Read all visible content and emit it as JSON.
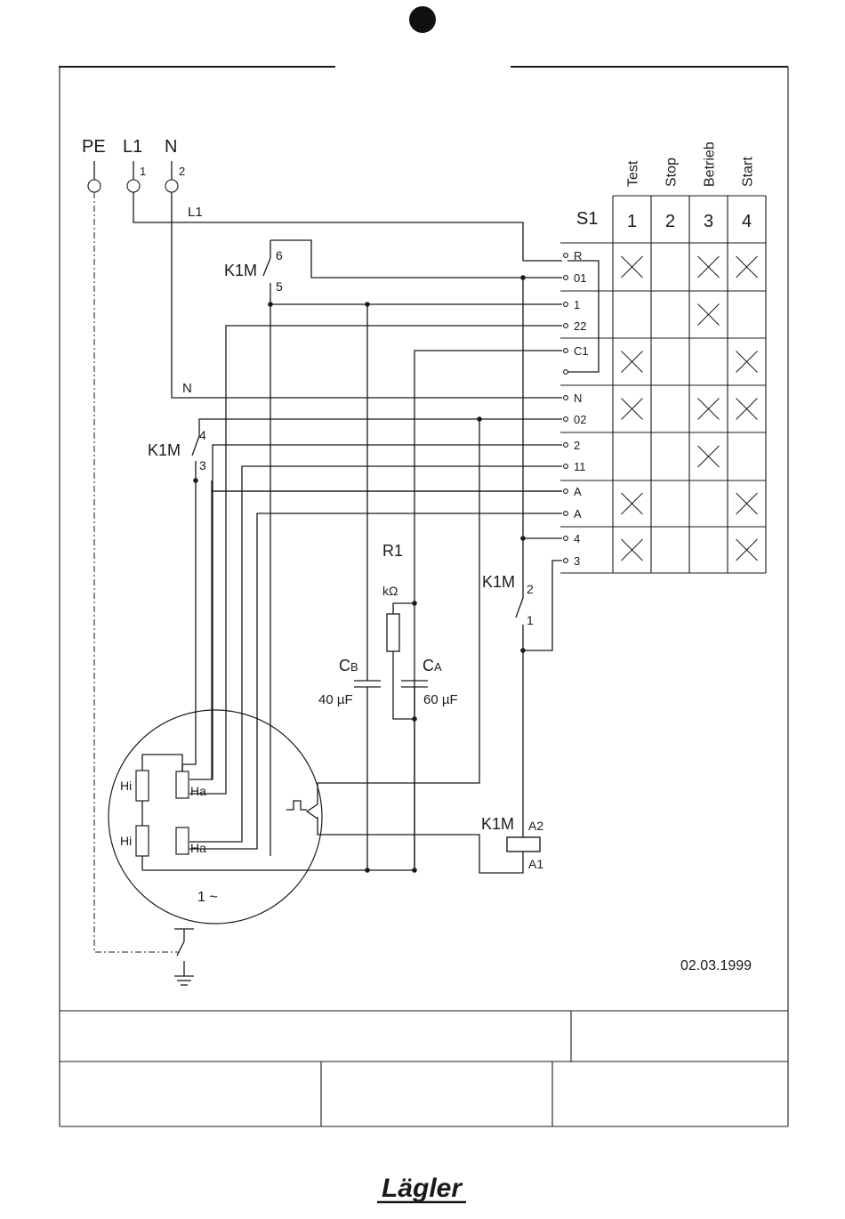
{
  "supply": {
    "pe": "PE",
    "l1": "L1",
    "n": "N",
    "l1_pin": "1",
    "n_pin": "2",
    "wire_l1": "L1",
    "wire_n": "N"
  },
  "switch": {
    "name": "S1",
    "positions": [
      {
        "num": "1",
        "label": "Test"
      },
      {
        "num": "2",
        "label": "Stop"
      },
      {
        "num": "3",
        "label": "Betrieb"
      },
      {
        "num": "4",
        "label": "Start"
      }
    ],
    "terminals": [
      "R",
      "01",
      "1",
      "22",
      "C1",
      "",
      "N",
      "02",
      "2",
      "11",
      "A",
      "A",
      "4",
      "3"
    ],
    "closed": [
      [
        1,
        0,
        1,
        1
      ],
      [
        0,
        0,
        1,
        0
      ],
      [
        1,
        0,
        0,
        1
      ],
      [
        1,
        0,
        1,
        1
      ],
      [
        0,
        0,
        1,
        0
      ],
      [
        1,
        0,
        0,
        1
      ],
      [
        1,
        0,
        0,
        1
      ]
    ]
  },
  "contactor": {
    "name": "K1M",
    "c1_a": "6",
    "c1_b": "5",
    "c2_a": "4",
    "c2_b": "3",
    "c3_a": "2",
    "c3_b": "1",
    "coil_a2": "A2",
    "coil_a1": "A1"
  },
  "resistor": {
    "name": "R1",
    "unit": "kΩ"
  },
  "capacitors": {
    "cb": {
      "name": "C",
      "sub": "B",
      "value": "40 µF"
    },
    "ca": {
      "name": "C",
      "sub": "A",
      "value": "60 µF"
    }
  },
  "motor": {
    "hi_top": "Hi",
    "hi_bottom": "Hi",
    "ha_top": "Ha",
    "ha_bottom": "Ha",
    "phase": "1 ~"
  },
  "date": "02.03.1999",
  "logo": "Lägler"
}
